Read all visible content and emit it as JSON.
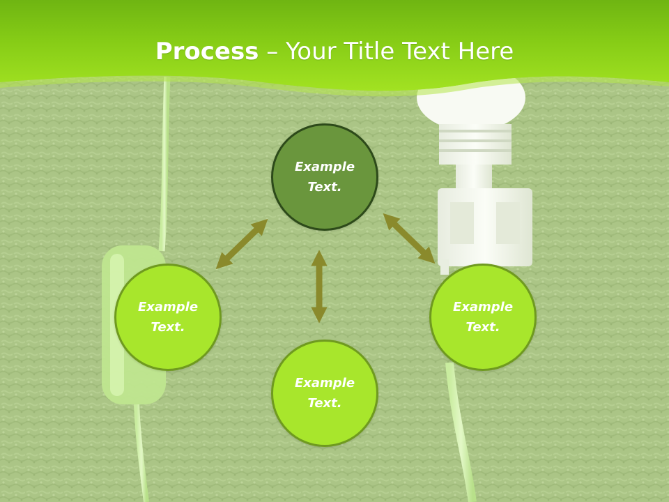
{
  "slide": {
    "title_bold": "Process",
    "title_rest": " – Your Title Text Here",
    "colors": {
      "header_green": "#8fd61a",
      "center_node": "#6a963d",
      "outer_node": "#a8e62c",
      "arrow": "#8a8a2c"
    }
  },
  "nodes": {
    "top": {
      "line1": "Example",
      "line2": "Text."
    },
    "left": {
      "line1": "Example",
      "line2": "Text."
    },
    "right": {
      "line1": "Example",
      "line2": "Text."
    },
    "bottom": {
      "line1": "Example",
      "line2": "Text."
    }
  },
  "decor": {
    "background_photo": "green-carpet-with-lamp-cord-and-bulb-socket",
    "arrow_icon": "double-headed-arrow"
  }
}
